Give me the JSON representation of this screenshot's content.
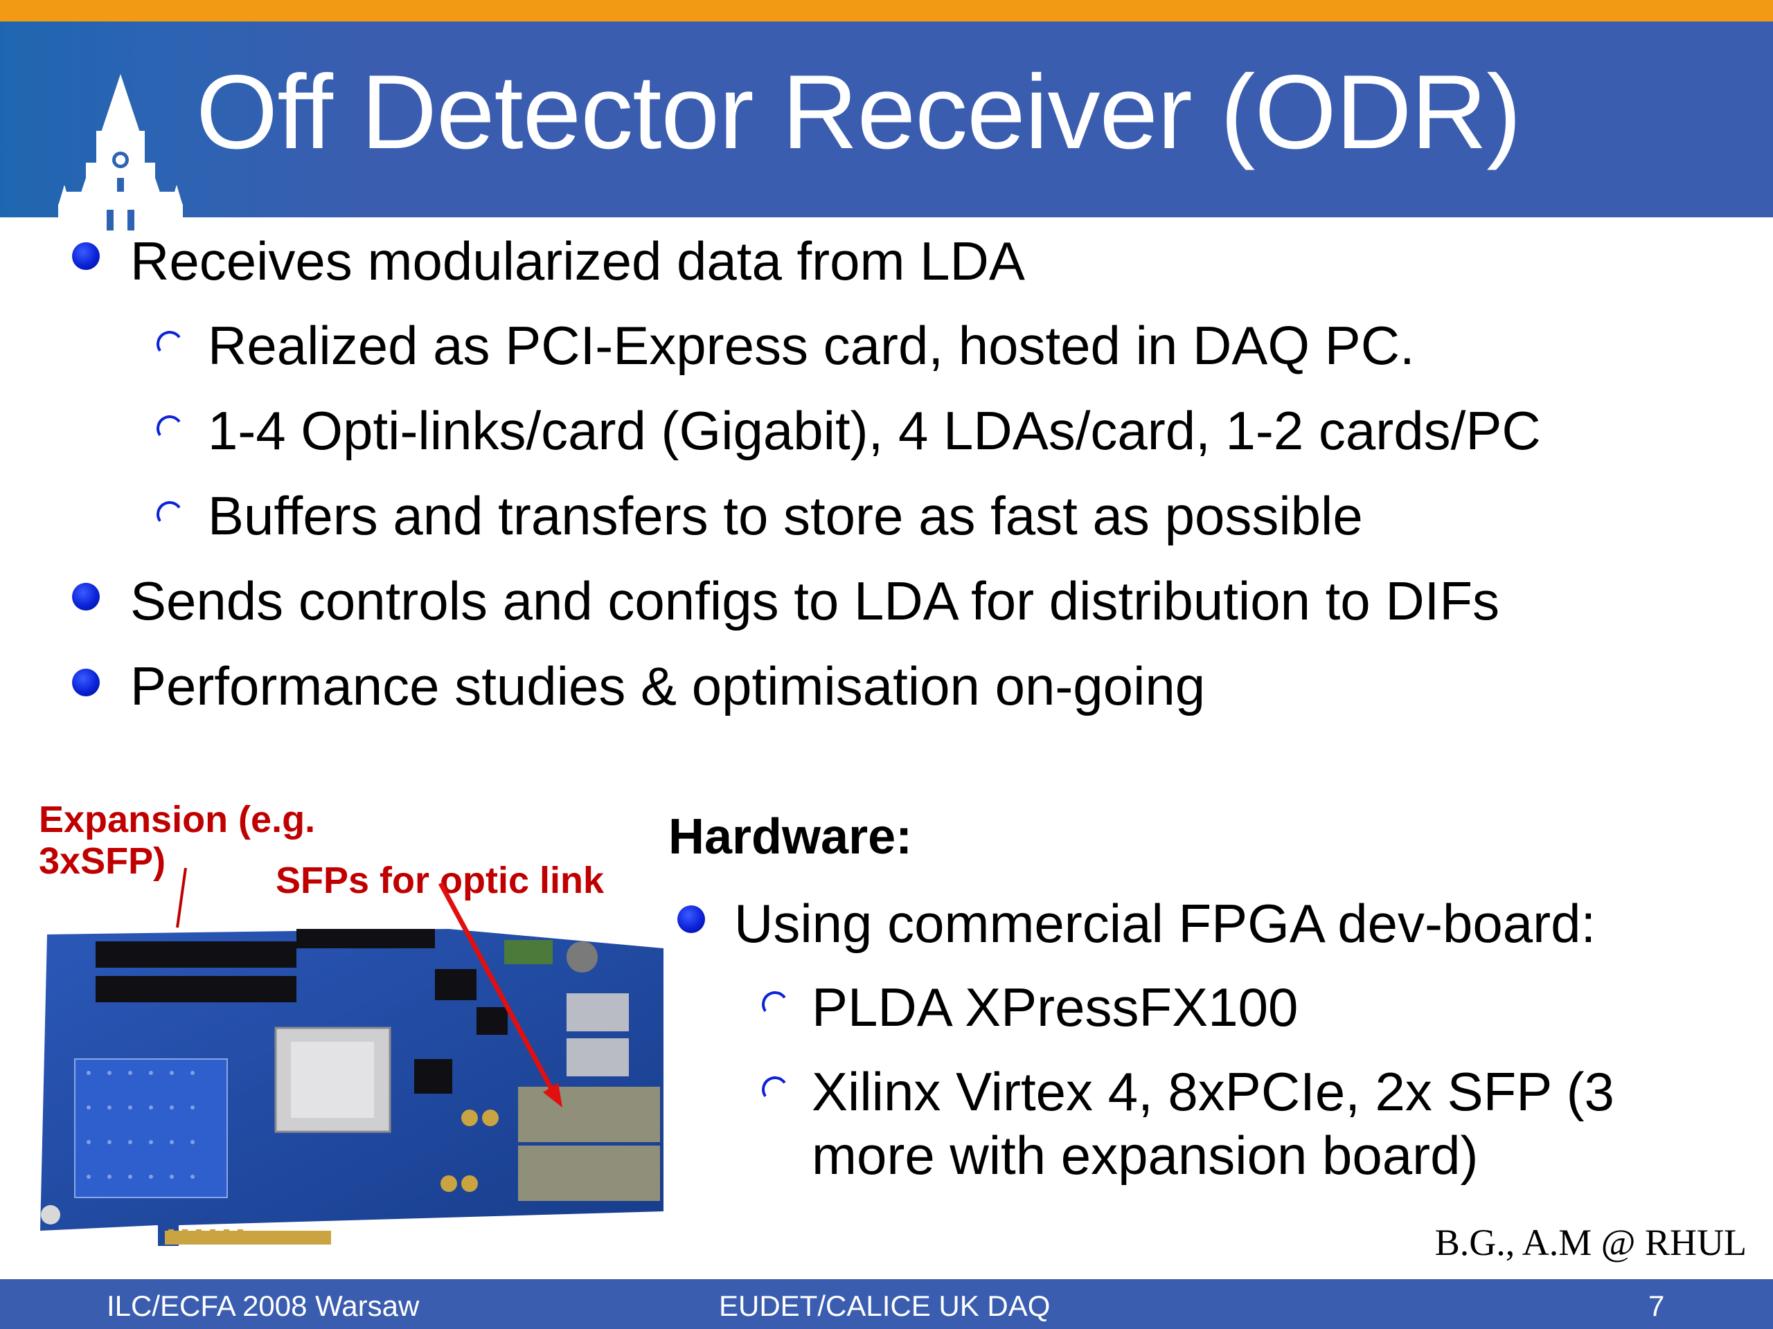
{
  "header": {
    "title": "Off Detector Receiver (ODR)"
  },
  "bullets": [
    {
      "level": 1,
      "text": "Receives modularized data from LDA"
    },
    {
      "level": 2,
      "text": "Realized as PCI-Express card, hosted in DAQ PC."
    },
    {
      "level": 2,
      "text": "1-4 Opti-links/card (Gigabit), 4 LDAs/card, 1-2 cards/PC"
    },
    {
      "level": 2,
      "text": "Buffers and transfers to store as fast as possible"
    },
    {
      "level": 1,
      "text": "Sends controls and configs to LDA for distribution to DIFs"
    },
    {
      "level": 1,
      "text": "Performance studies & optimisation on-going"
    }
  ],
  "photo_labels": {
    "expansion_line1": "Expansion (e.g.",
    "expansion_line2": "3xSFP)",
    "sfp": "SFPs for optic link"
  },
  "hardware": {
    "heading": "Hardware:",
    "bullet": "Using commercial FPGA dev-board:",
    "sub1": "PLDA XPressFX100",
    "sub2_line1": "Xilinx Virtex 4, 8xPCIe, 2x SFP (3",
    "sub2_line2": "more with expansion board)"
  },
  "credit": "B.G., A.M @ RHUL",
  "footer": {
    "left": "ILC/ECFA 2008 Warsaw",
    "center": "EUDET/CALICE UK DAQ",
    "page": "7"
  },
  "colors": {
    "header_blue": "#3a5db0",
    "top_stripe": "#f39a14",
    "bullet_blue": "#0b22d8",
    "label_red": "#c00000",
    "pcb_blue": "#1b3f8f"
  },
  "icons": [
    "tower-logo-icon",
    "bullet-dot-icon",
    "bullet-arc-icon",
    "red-arrow-icon"
  ]
}
